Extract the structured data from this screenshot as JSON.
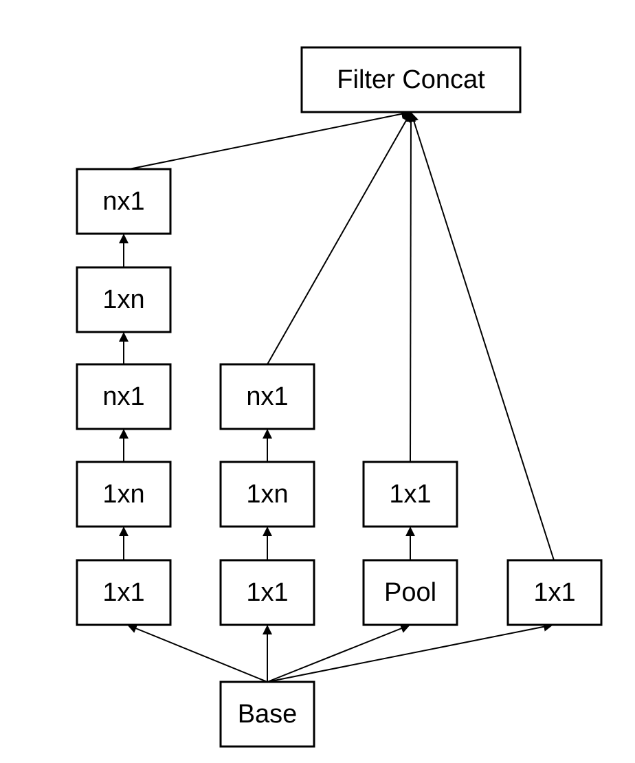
{
  "diagram": {
    "nodes": {
      "filter_concat": "Filter Concat",
      "col1_nx1_top": "nx1",
      "col1_1xn_upper": "1xn",
      "col1_nx1_mid": "nx1",
      "col1_1xn_lower": "1xn",
      "col1_1x1": "1x1",
      "col2_nx1": "nx1",
      "col2_1xn": "1xn",
      "col2_1x1": "1x1",
      "col3_1x1": "1x1",
      "col3_pool": "Pool",
      "col4_1x1": "1x1",
      "base": "Base"
    },
    "edges": [
      [
        "base",
        "col1_1x1"
      ],
      [
        "base",
        "col2_1x1"
      ],
      [
        "base",
        "col3_pool"
      ],
      [
        "base",
        "col4_1x1"
      ],
      [
        "col1_1x1",
        "col1_1xn_lower"
      ],
      [
        "col1_1xn_lower",
        "col1_nx1_mid"
      ],
      [
        "col1_nx1_mid",
        "col1_1xn_upper"
      ],
      [
        "col1_1xn_upper",
        "col1_nx1_top"
      ],
      [
        "col1_nx1_top",
        "filter_concat"
      ],
      [
        "col2_1x1",
        "col2_1xn"
      ],
      [
        "col2_1xn",
        "col2_nx1"
      ],
      [
        "col2_nx1",
        "filter_concat"
      ],
      [
        "col3_pool",
        "col3_1x1"
      ],
      [
        "col3_1x1",
        "filter_concat"
      ],
      [
        "col4_1x1",
        "filter_concat"
      ]
    ]
  }
}
